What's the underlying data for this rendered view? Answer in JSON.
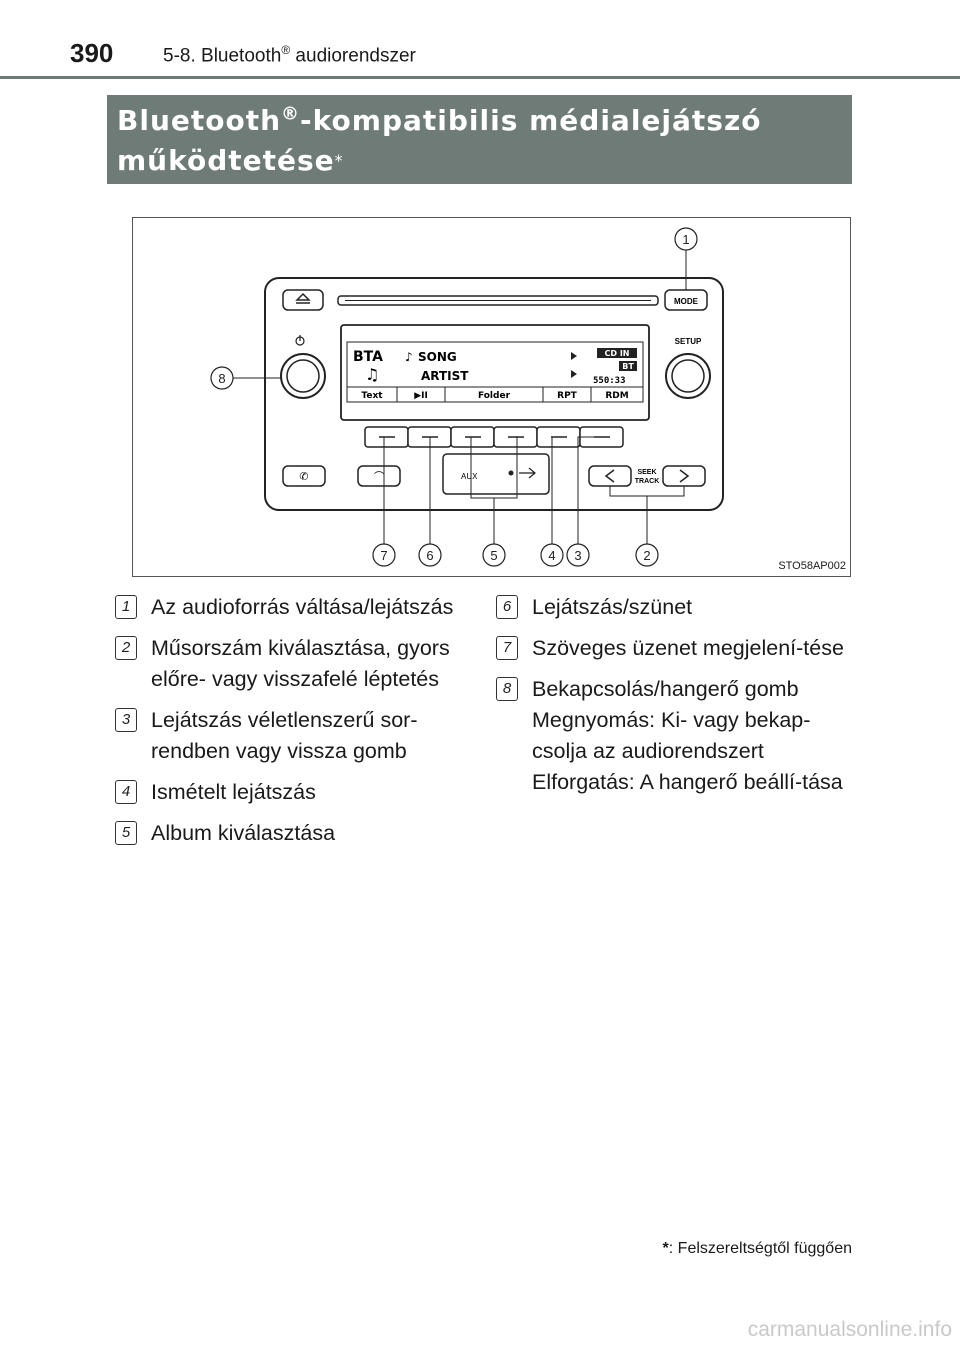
{
  "header": {
    "page_number": "390",
    "section": "5-8. Bluetooth",
    "section_reg": "®",
    "section_suffix": " audiorendszer"
  },
  "title": {
    "line1_a": "Bluetooth",
    "line1_reg": "®",
    "line1_b": "-kompatibilis médialejátszó",
    "line2": "működtetése",
    "asterisk": "*"
  },
  "figure": {
    "code": "STO58AP002",
    "callouts": [
      "1",
      "2",
      "3",
      "4",
      "5",
      "6",
      "7",
      "8"
    ],
    "buttons": {
      "mode": "MODE",
      "setup": "SETUP",
      "seek": "SEEK",
      "track": "TRACK",
      "aux": "AUX"
    },
    "display": {
      "source": "BTA",
      "song": "SONG",
      "artist": "ARTIST",
      "cd_in": "CD IN",
      "bt": "BT",
      "time": "550:33",
      "softkeys": [
        "Text",
        "▶II",
        "Folder",
        "RPT",
        "RDM"
      ]
    }
  },
  "legend": {
    "left": [
      {
        "num": "1",
        "text": "Az audioforrás váltása/lejátszás"
      },
      {
        "num": "2",
        "text": "Műsorszám kiválasztása, gyors előre- vagy visszafelé léptetés"
      },
      {
        "num": "3",
        "text": "Lejátszás véletlenszerű sor-rendben vagy vissza gomb"
      },
      {
        "num": "4",
        "text": "Ismételt lejátszás"
      },
      {
        "num": "5",
        "text": "Album kiválasztása"
      }
    ],
    "right": [
      {
        "num": "6",
        "text": "Lejátszás/szünet"
      },
      {
        "num": "7",
        "text": "Szöveges üzenet megjelení-tése"
      },
      {
        "num": "8",
        "text": "Bekapcsolás/hangerő gomb Megnyomás: Ki- vagy bekap-csolja az audiorendszert Elforgatás: A hangerő beállí-tása"
      }
    ]
  },
  "footnote": {
    "star": "*",
    "text": ": Felszereltségtől függően"
  },
  "watermark": "carmanualsonline.info"
}
